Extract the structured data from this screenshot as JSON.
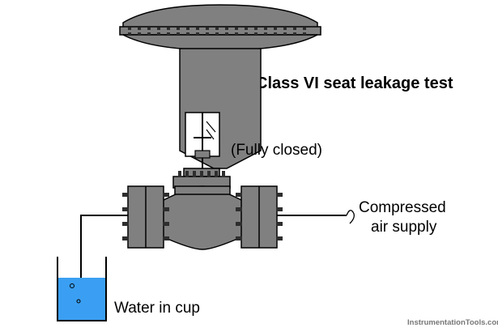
{
  "title": "Class VI seat leakage test",
  "labels": {
    "valve_state": "(Fully closed)",
    "air_line1": "Compressed",
    "air_line2": "air supply",
    "cup": "Water in cup"
  },
  "watermark": "InstrumentationTools.com",
  "colors": {
    "body": "#808080",
    "body_dark": "#5a5a5a",
    "outline": "#000000",
    "water": "#3a9ff2",
    "background": "#ffffff"
  }
}
